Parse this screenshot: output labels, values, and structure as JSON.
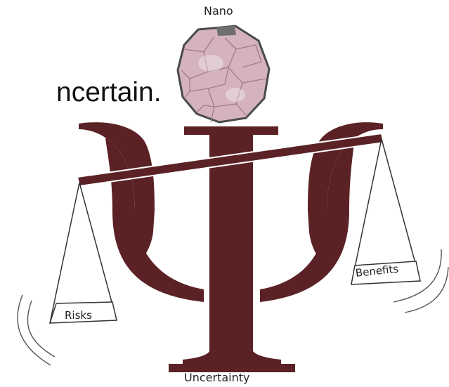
{
  "headline": "ncertain.",
  "labels": {
    "nano": "Nano",
    "uncertainty": "Uncertainty",
    "risks": "Risks",
    "benefits": "Benefits"
  },
  "colors": {
    "psi": "#5b2226",
    "nanoparticle_fill": "#d4b3bf",
    "nanoparticle_edge": "#4a4a4a",
    "line": "#333333"
  },
  "icons": {
    "symbol": "psi-letter",
    "particle": "nanoparticle-icon",
    "scale": "balance-scale"
  }
}
